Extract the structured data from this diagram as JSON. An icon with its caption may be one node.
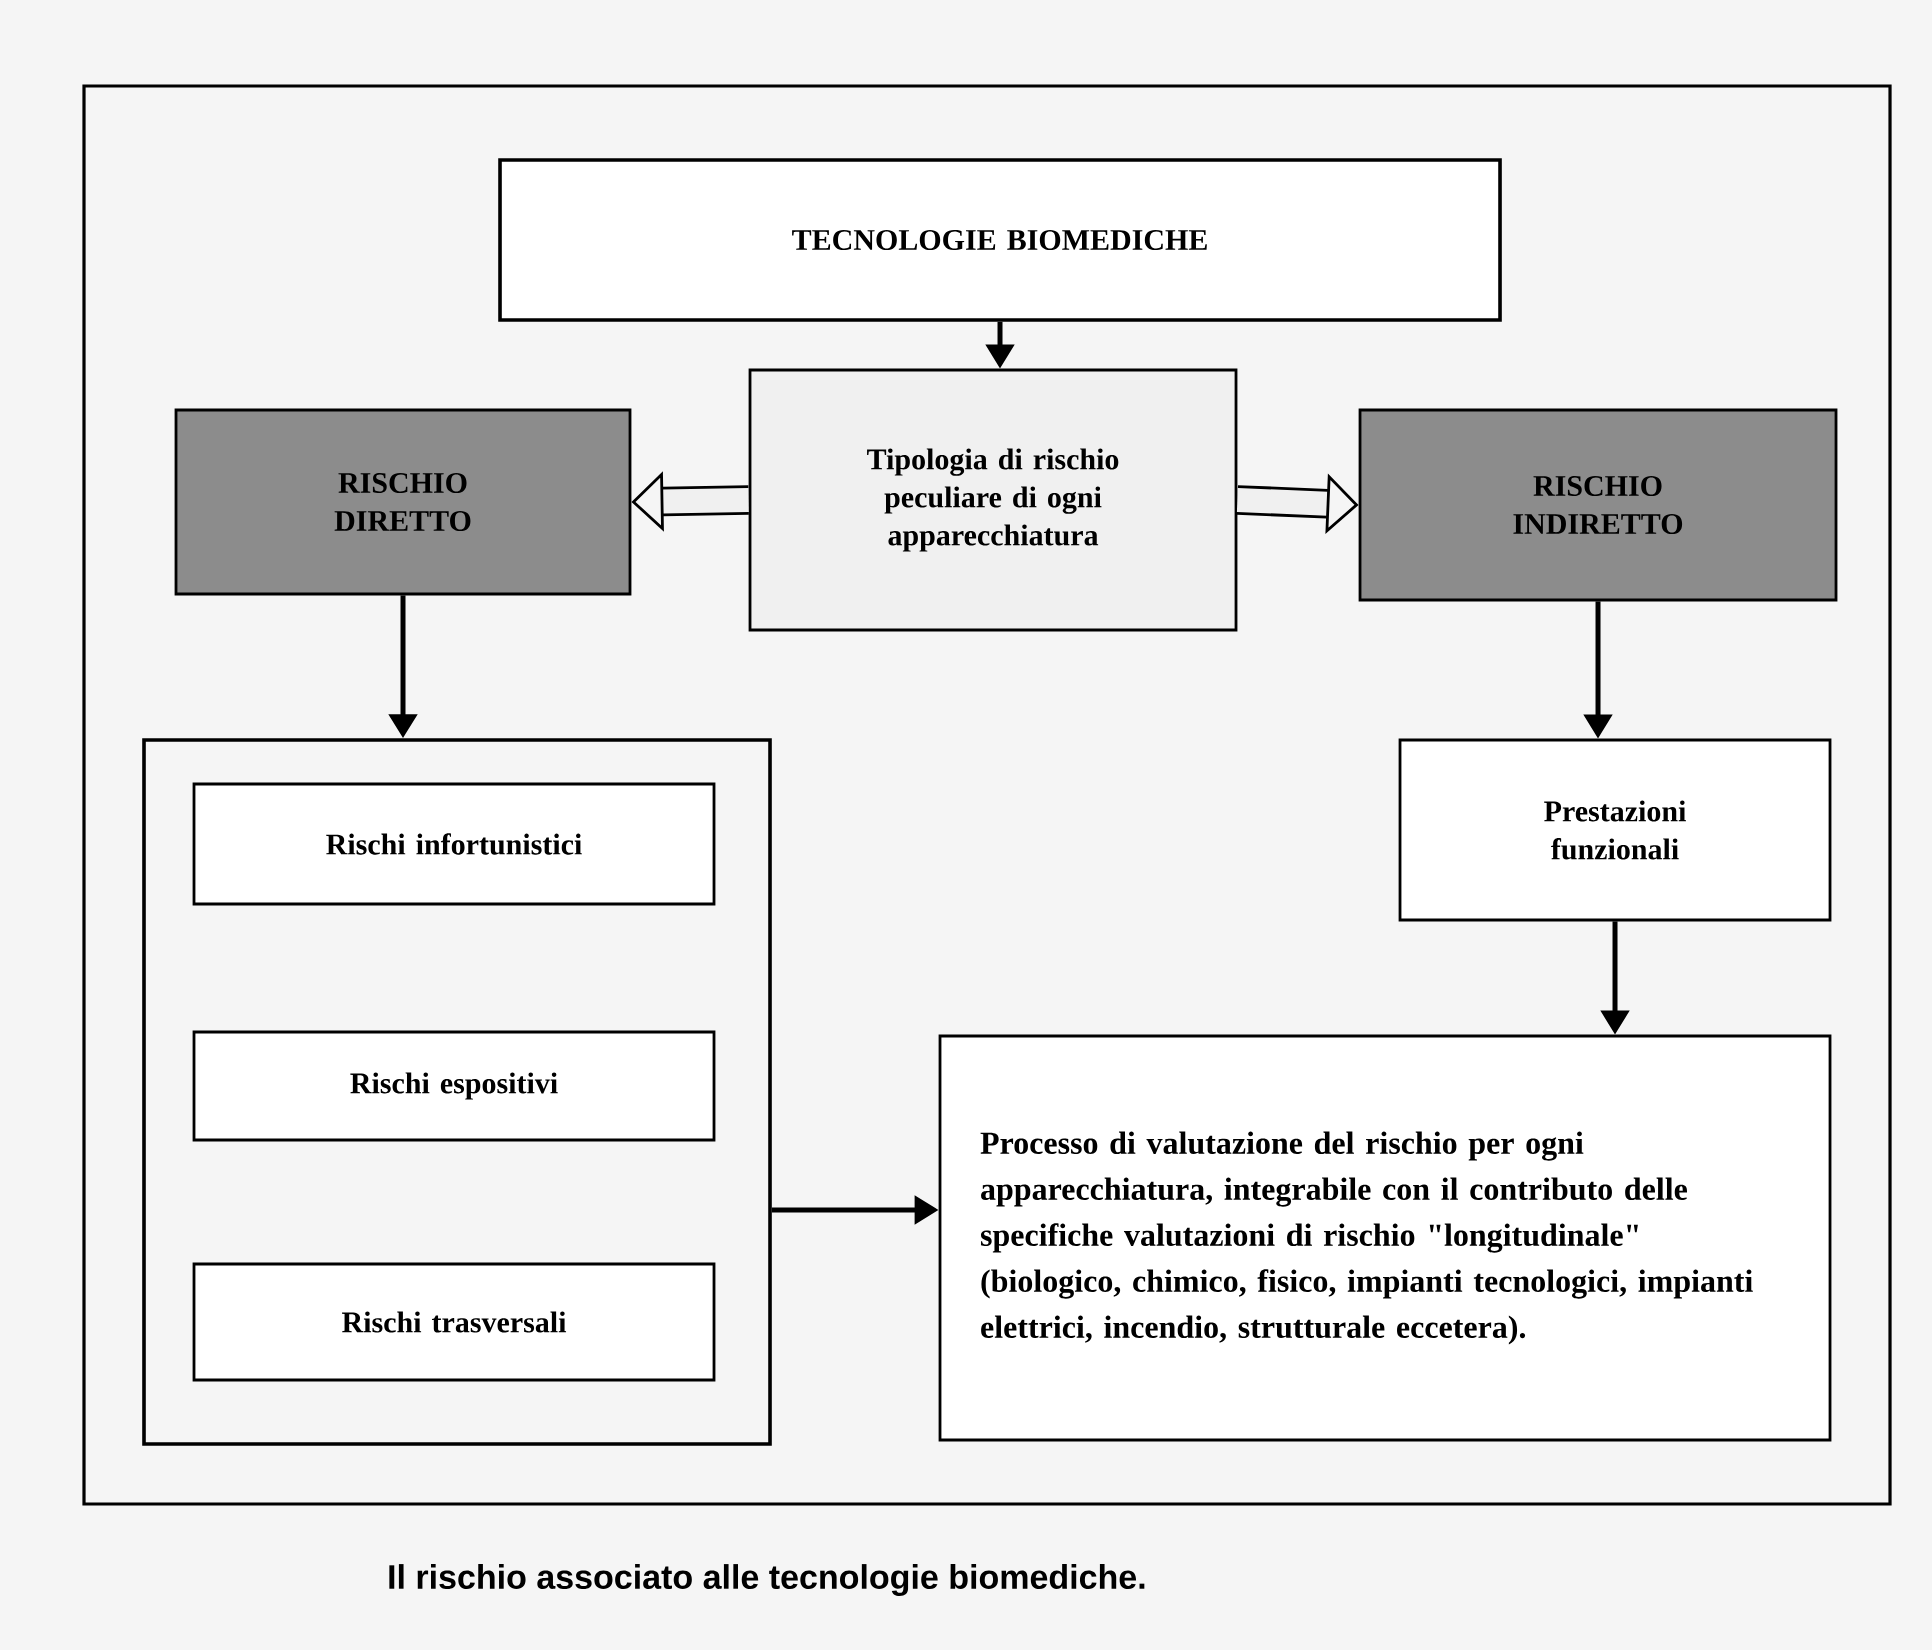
{
  "diagram": {
    "caption": "Il rischio associato alle tecnologie biomediche.",
    "nodes": [
      {
        "text": [
          "TECNOLOGIE BIOMEDICHE"
        ]
      },
      {
        "text": [
          "Tipologia di rischio peculiare di ogni apparecchiatura"
        ]
      },
      {
        "text": [
          "RISCHIO DIRETTO"
        ]
      },
      {
        "text": [
          "RISCHIO INDIRETTO"
        ]
      },
      {
        "text": [],
        "shape": "box"
      },
      {
        "text": [
          "Rischi infortunistici"
        ],
        "in": 4
      },
      {
        "text": [
          "Rischi espositivi"
        ],
        "in": 4
      },
      {
        "text": [
          "Rischi trasversali"
        ],
        "in": 4
      },
      {
        "text": [
          "Prestazioni funzionali"
        ]
      },
      {
        "text": [
          "Processo di valutazione del rischio per ogni apparecchiatura, integrabile con il contributo delle specifiche valutazioni di rischio \"longitudinale\" (biologico, chimico, fisico, impianti tecnologici, impianti elettrici, incendio, strutturale eccetera)."
        ]
      }
    ],
    "edges": [
      {
        "from": 0,
        "to": 1,
        "arrow": "to"
      },
      {
        "from": 1,
        "to": 2,
        "arrow": "to",
        "style": "thick"
      },
      {
        "from": 1,
        "to": 3,
        "arrow": "to",
        "style": "thick"
      },
      {
        "from": 2,
        "to": 4,
        "arrow": "to"
      },
      {
        "from": 3,
        "to": 8,
        "arrow": "to"
      },
      {
        "from": 8,
        "to": 9,
        "arrow": "to"
      },
      {
        "from": 4,
        "to": 9,
        "arrow": "to"
      }
    ]
  }
}
